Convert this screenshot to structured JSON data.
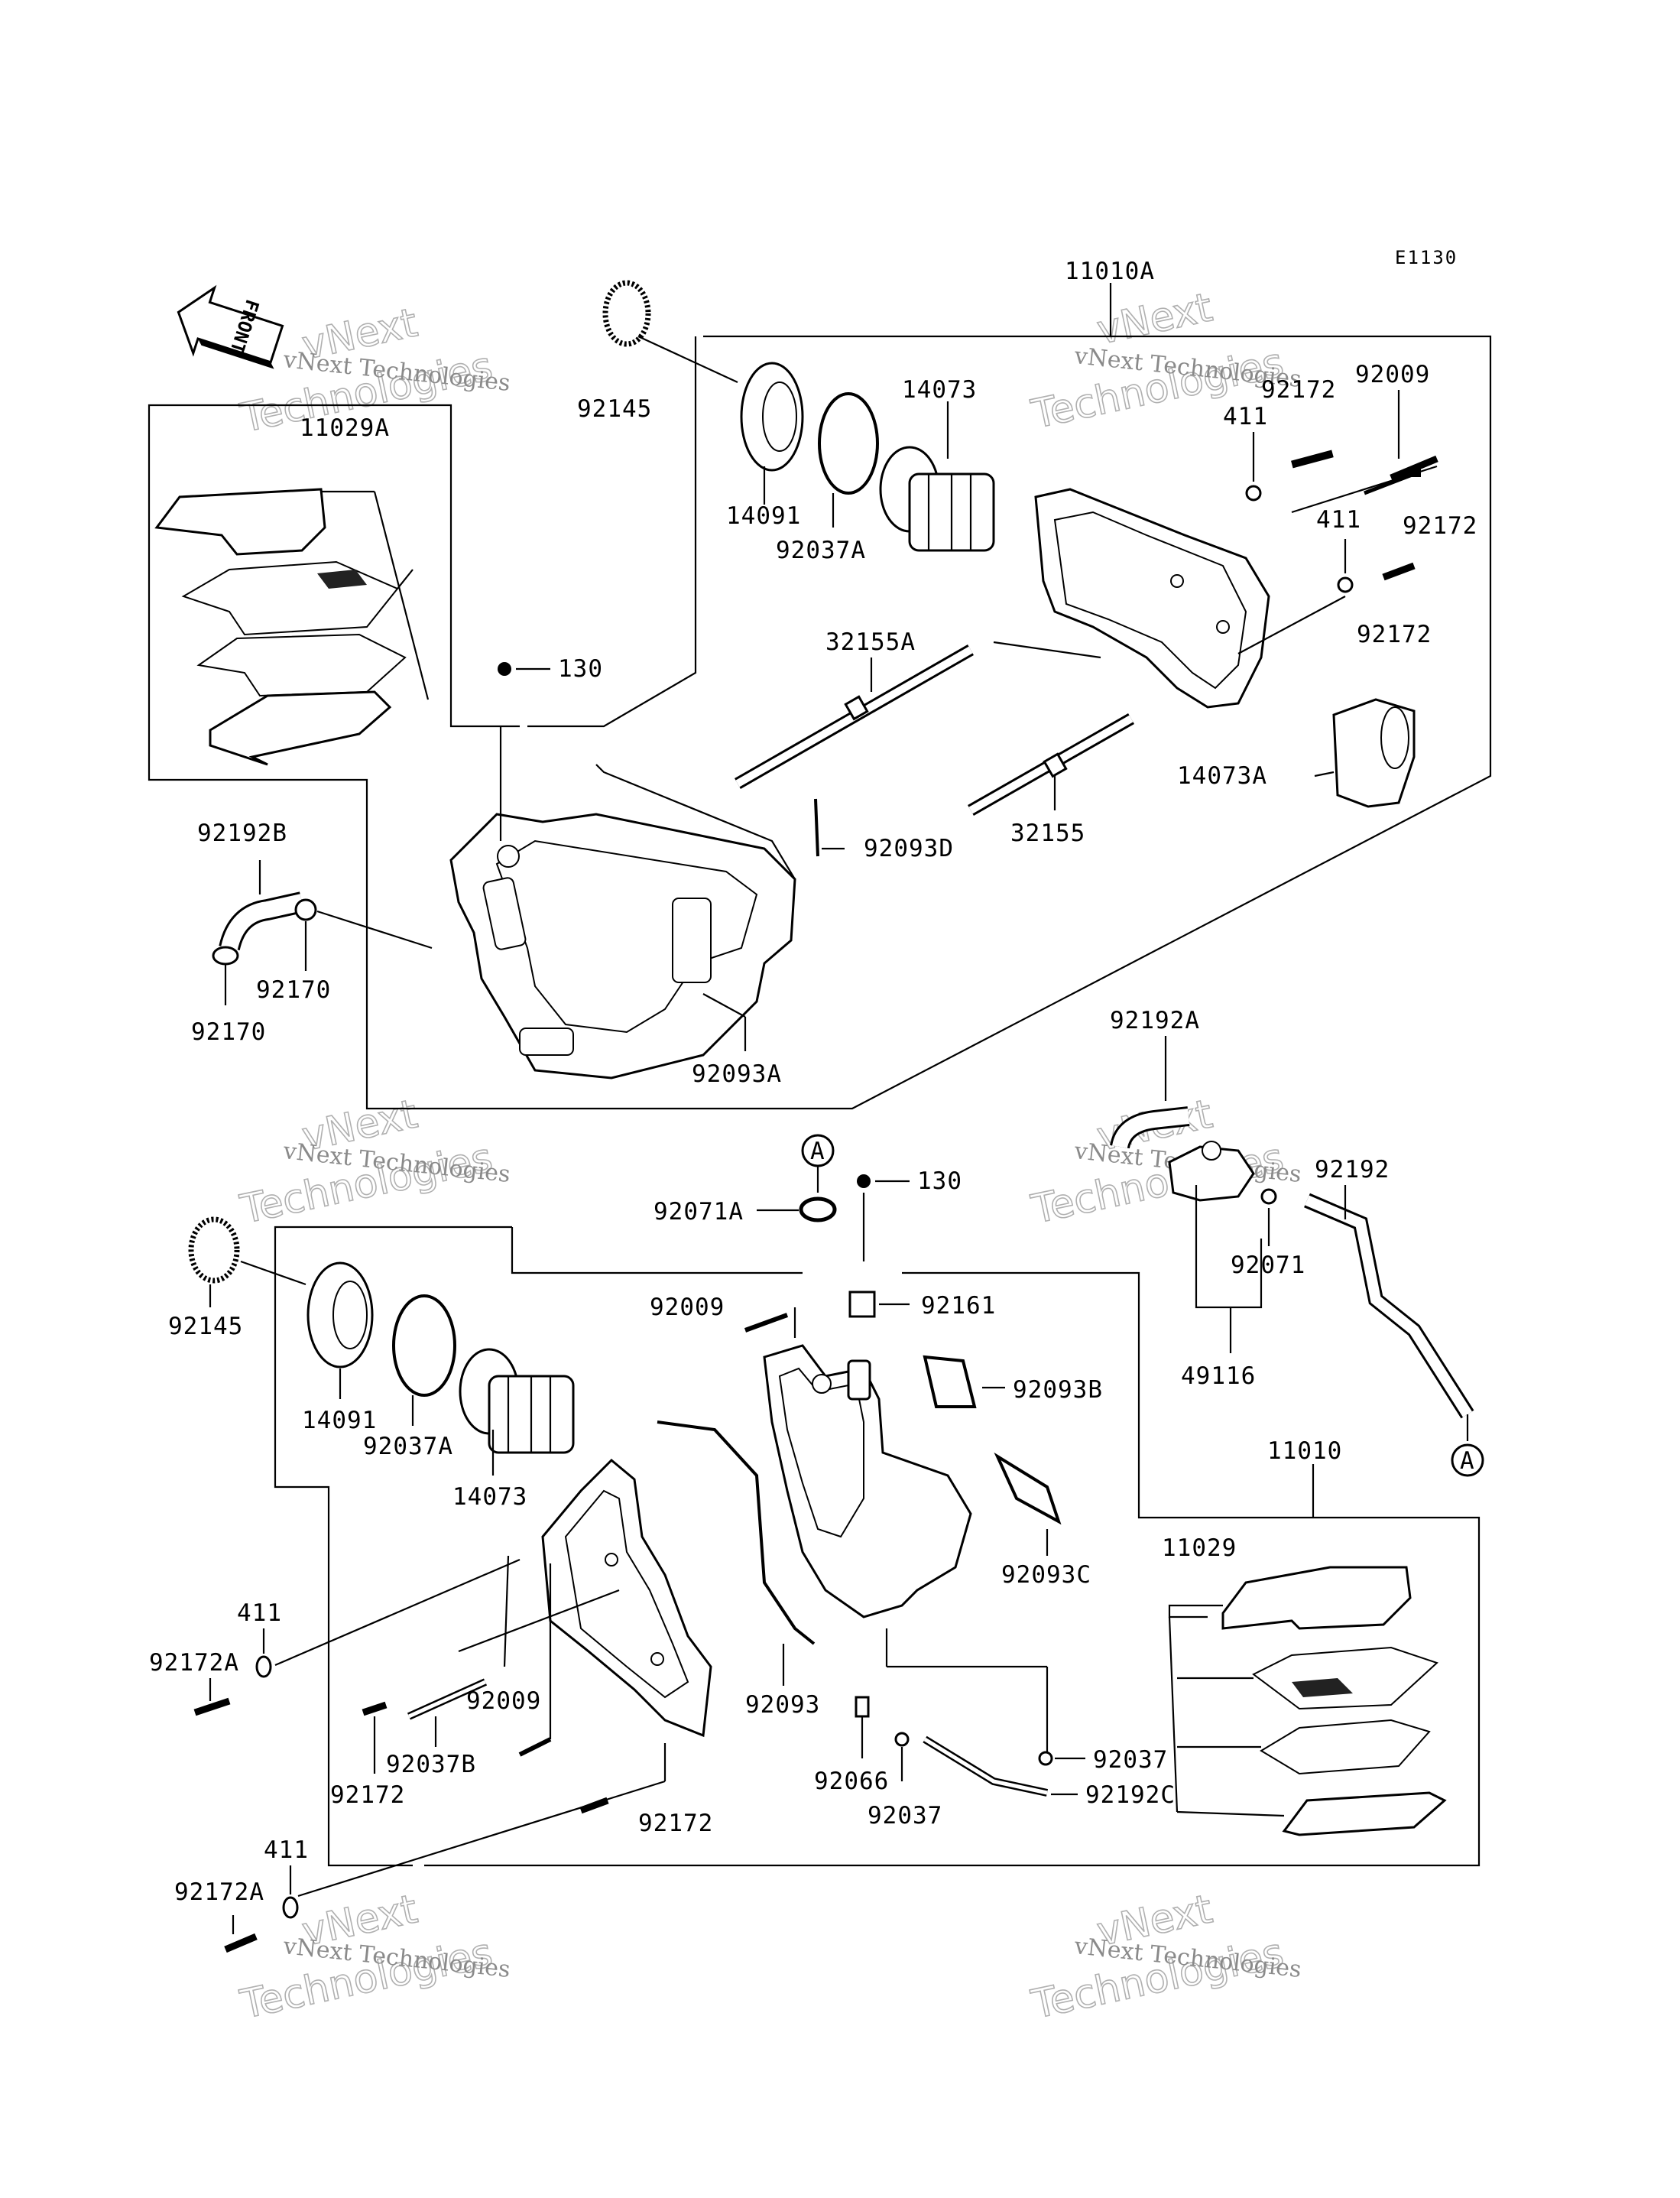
{
  "diagram_code": "E1130",
  "front_label": "FRONT",
  "callout_letter": "A",
  "watermark": {
    "small": "vNext Technologies",
    "big_top": "vNext",
    "big_bottom": "Technologies"
  },
  "labels": {
    "p11010A": "11010A",
    "p92145_top": "92145",
    "p14091_top": "14091",
    "p92037A_top": "92037A",
    "p14073_top": "14073",
    "p92172_a": "92172",
    "p92009_top": "92009",
    "p411_a": "411",
    "p92172_b": "92172",
    "p411_b": "411",
    "p92172_c": "92172",
    "p11029A": "11029A",
    "p130_top": "130",
    "p32155A": "32155A",
    "p14073A": "14073A",
    "p92093D": "92093D",
    "p32155": "32155",
    "p92192B": "92192B",
    "p92170_a": "92170",
    "p92170_b": "92170",
    "p92093A": "92093A",
    "p92192A": "92192A",
    "p130_bot": "130",
    "p92071A": "92071A",
    "p92192": "92192",
    "p92071": "92071",
    "p49116": "49116",
    "p92145_bot": "92145",
    "p92009_mid": "92009",
    "p92161": "92161",
    "p14091_bot": "14091",
    "p92037A_bot": "92037A",
    "p92093B": "92093B",
    "p14073_bot": "14073",
    "p11010": "11010",
    "p92093C": "92093C",
    "p11029": "11029",
    "p411_c": "411",
    "p92172A_a": "92172A",
    "p92009_bot": "92009",
    "p92093": "92093",
    "p92037B": "92037B",
    "p92172_d": "92172",
    "p92066": "92066",
    "p92037_a": "92037",
    "p92037_b": "92037",
    "p92192C": "92192C",
    "p92172_e": "92172",
    "p411_d": "411",
    "p92172A_b": "92172A"
  }
}
